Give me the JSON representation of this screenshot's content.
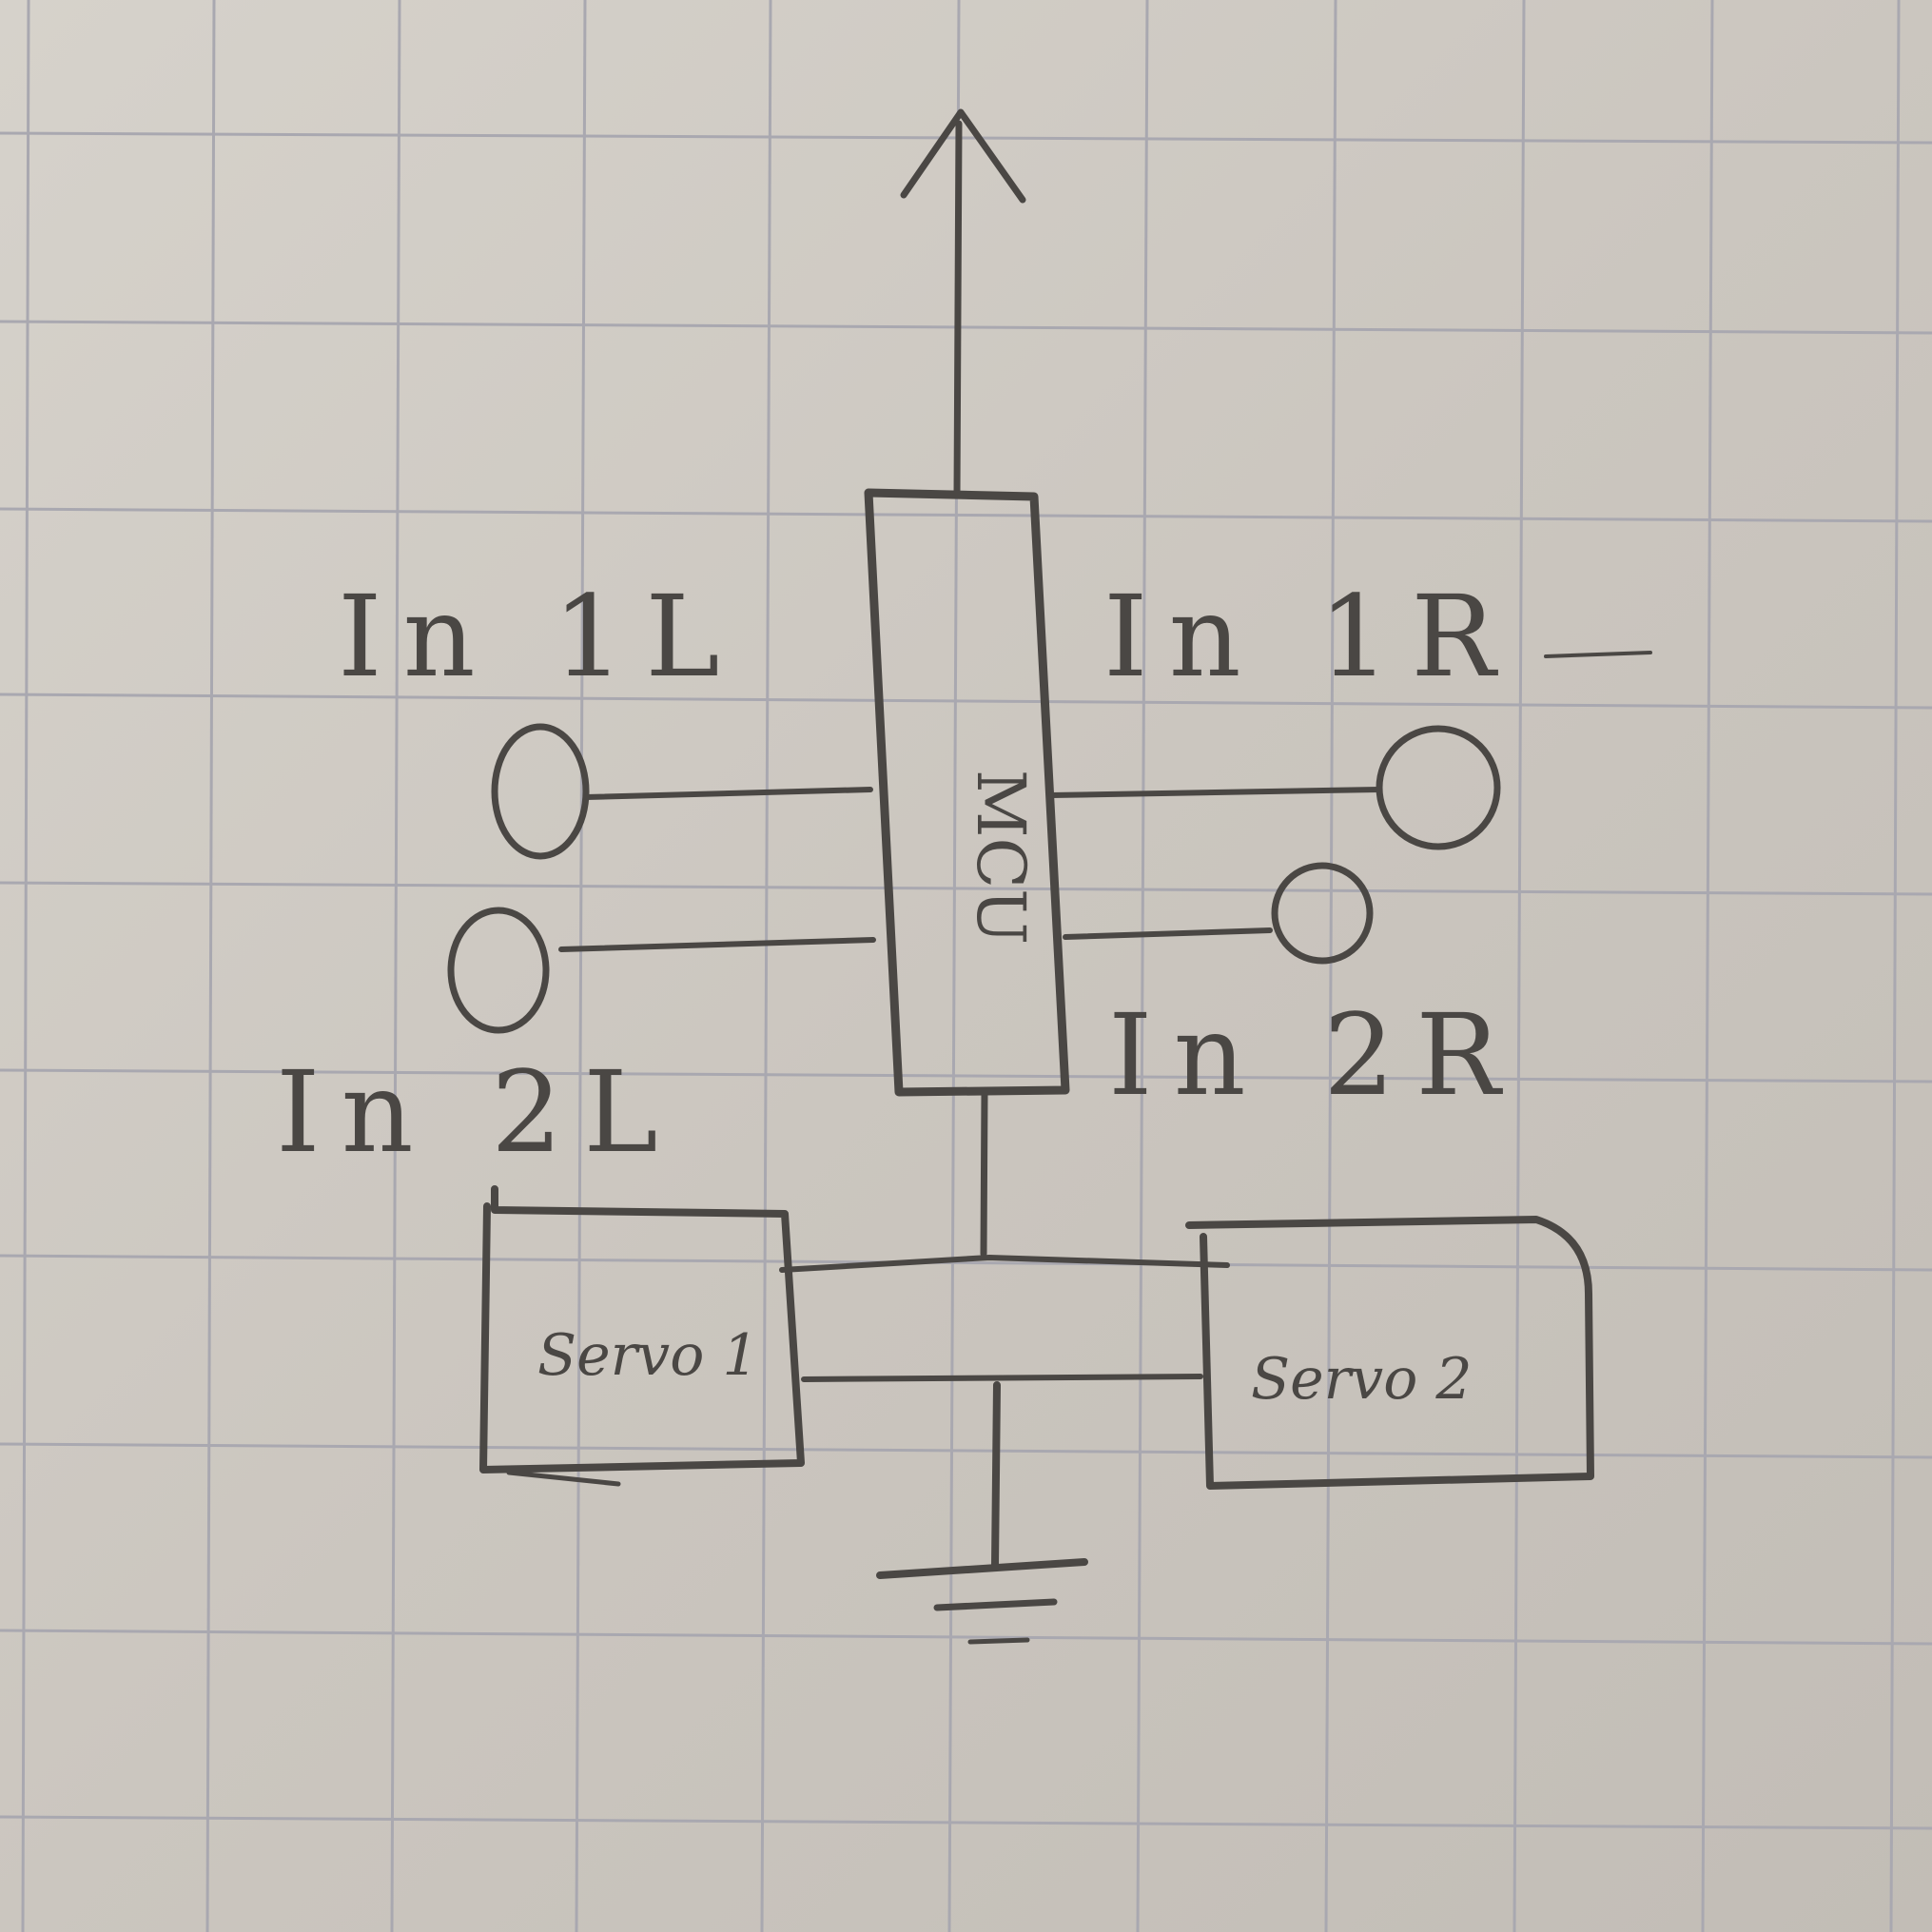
{
  "diagram": {
    "title": "",
    "style": "hand-drawn pencil schematic on graph paper",
    "colors": {
      "paper": "#cfcac3",
      "grid": "#a9a8b0",
      "ink": "#4a4744"
    },
    "components": {
      "mcu": {
        "label": "MCU",
        "orientation": "rotated 90deg"
      },
      "servo1": {
        "label": "Servo 1"
      },
      "servo2": {
        "label": "Servo 2"
      },
      "ground": {
        "symbol": "ground"
      },
      "output_arrow": {
        "direction": "up"
      }
    },
    "inputs": {
      "in1l": {
        "label": "In 1L"
      },
      "in2l": {
        "label": "In 2L"
      },
      "in1r": {
        "label": "In 1R"
      },
      "in2r": {
        "label": "In 2R"
      }
    },
    "connections": [
      {
        "from": "In 1L",
        "to": "MCU"
      },
      {
        "from": "In 2L",
        "to": "MCU"
      },
      {
        "from": "In 1R",
        "to": "MCU"
      },
      {
        "from": "In 2R",
        "to": "MCU"
      },
      {
        "from": "MCU",
        "to": "output_arrow"
      },
      {
        "from": "MCU",
        "to": "Servo 1"
      },
      {
        "from": "MCU",
        "to": "Servo 2"
      },
      {
        "from": "Servo 1",
        "to": "Servo 2"
      },
      {
        "from": "Servo bus",
        "to": "ground"
      }
    ]
  }
}
